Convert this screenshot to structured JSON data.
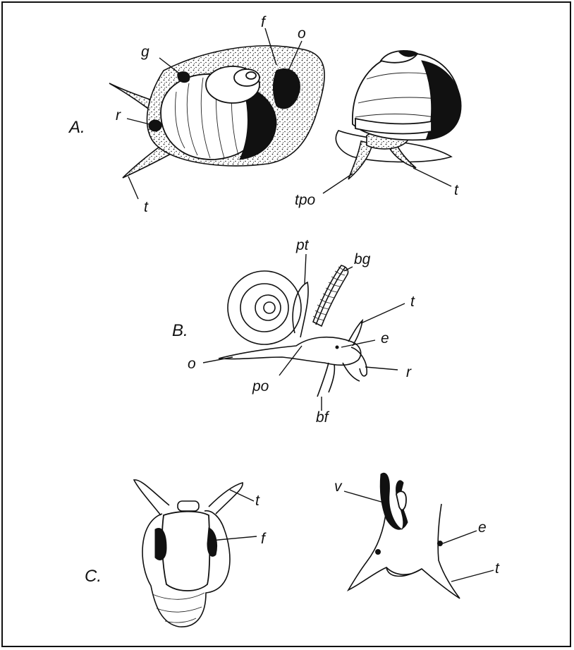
{
  "panels": [
    {
      "id": "A",
      "panel_label": "A.",
      "labels": {
        "g": "g",
        "f": "f",
        "o": "o",
        "r": "r",
        "t_left": "t",
        "tpo": "tpo",
        "t_right": "t"
      }
    },
    {
      "id": "B",
      "panel_label": "B.",
      "labels": {
        "pt": "pt",
        "bg": "bg",
        "t": "t",
        "e": "e",
        "o": "o",
        "po": "po",
        "r": "r",
        "bf": "bf"
      }
    },
    {
      "id": "C",
      "panel_label": "C.",
      "labels": {
        "t_left": "t",
        "f": "f",
        "v": "v",
        "e": "e",
        "t_right": "t"
      }
    }
  ]
}
